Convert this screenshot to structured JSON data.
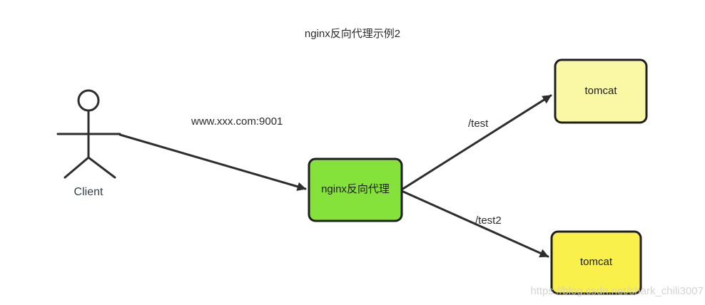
{
  "title": "nginx反向代理示例2",
  "watermark": "https://blog.csdn.net/shark_chili3007",
  "colors": {
    "nginx_fill": "#84e23a",
    "tomcat_top_fill": "#faf8a5",
    "tomcat_bottom_fill": "#f9f04b",
    "stroke": "#2d2d2d",
    "box_border": "#1f1f1f"
  },
  "nodes": {
    "client": {
      "label": "Client"
    },
    "nginx": {
      "label": "nginx反向代理"
    },
    "tomcat_top": {
      "label": "tomcat"
    },
    "tomcat_bottom": {
      "label": "tomcat"
    }
  },
  "edges": {
    "client_to_nginx": {
      "label": "www.xxx.com:9001"
    },
    "nginx_to_tomcat_top": {
      "label": "/test"
    },
    "nginx_to_tomcat_bottom": {
      "label": "/test2"
    }
  }
}
